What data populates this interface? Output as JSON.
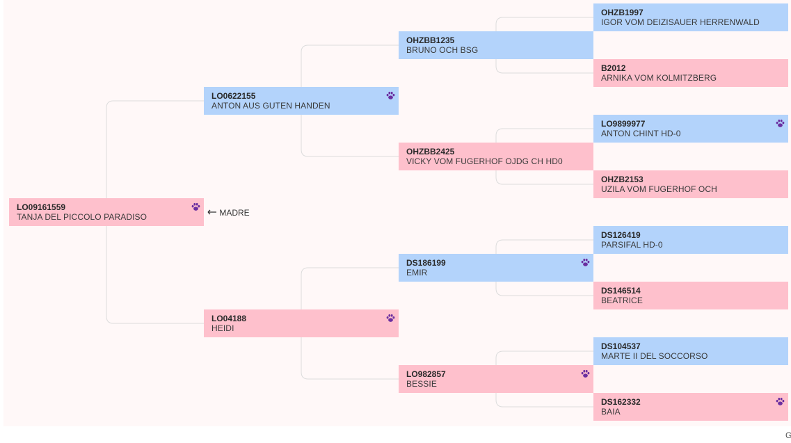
{
  "pedigree": {
    "root": {
      "reg": "LO09161559",
      "name": "TANJA DEL PICCOLO PARADISO",
      "sex": "female",
      "paw": true
    },
    "root_label": "MADRE",
    "gen1": [
      {
        "reg": "LO0622155",
        "name": "ANTON AUS GUTEN HANDEN",
        "sex": "male",
        "paw": true
      },
      {
        "reg": "LO04188",
        "name": "HEIDI",
        "sex": "female",
        "paw": true
      }
    ],
    "gen2": [
      {
        "reg": "OHZBB1235",
        "name": "BRUNO OCH BSG",
        "sex": "male",
        "paw": false
      },
      {
        "reg": "OHZBB2425",
        "name": "VICKY VOM FUGERHOF OJDG CH HD0",
        "sex": "female",
        "paw": false
      },
      {
        "reg": "DS186199",
        "name": "EMIR",
        "sex": "male",
        "paw": true
      },
      {
        "reg": "LO982857",
        "name": "BESSIE",
        "sex": "female",
        "paw": true
      }
    ],
    "gen3": [
      {
        "reg": "OHZB1997",
        "name": "IGOR VOM DEIZISAUER HERRENWALD",
        "sex": "male",
        "paw": false
      },
      {
        "reg": "B2012",
        "name": "ARNIKA VOM KOLMITZBERG",
        "sex": "female",
        "paw": false
      },
      {
        "reg": "LO9899977",
        "name": "ANTON CHINT HD-0",
        "sex": "male",
        "paw": true
      },
      {
        "reg": "OHZB2153",
        "name": "UZILA VOM FUGERHOF OCH",
        "sex": "female",
        "paw": false
      },
      {
        "reg": "DS126419",
        "name": "PARSIFAL HD-0",
        "sex": "male",
        "paw": false
      },
      {
        "reg": "DS146514",
        "name": "BEATRICE",
        "sex": "female",
        "paw": false
      },
      {
        "reg": "DS104537",
        "name": "MARTE II DEL SOCCORSO",
        "sex": "male",
        "paw": false
      },
      {
        "reg": "DS162332",
        "name": "BAIA",
        "sex": "female",
        "paw": true
      }
    ]
  },
  "corner_text": "G",
  "colors": {
    "male": "#b3d3fb",
    "female": "#fec0cc",
    "paw": "#6b2fa0",
    "connector": "#dcdcdc",
    "background": "#fff8f8"
  },
  "icons": {
    "paw": "paw-icon",
    "arrow": "arrow-left-icon"
  }
}
